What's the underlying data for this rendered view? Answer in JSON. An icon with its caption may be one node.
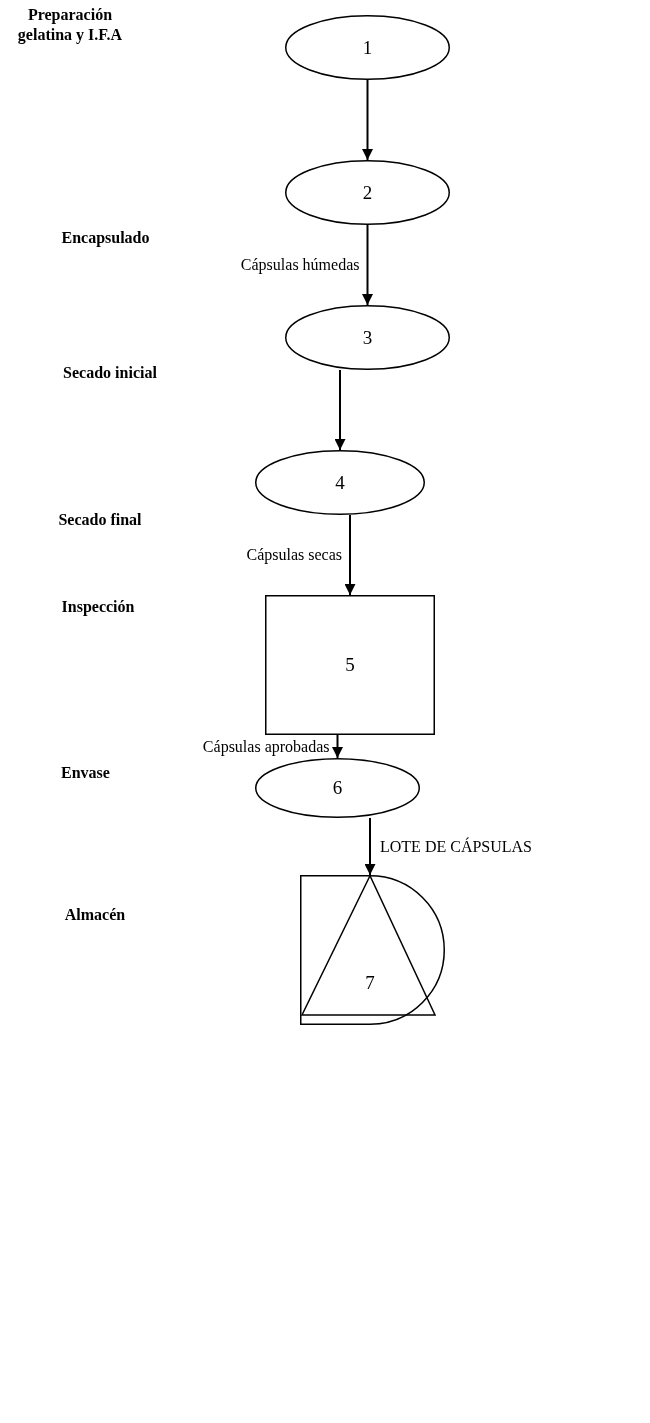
{
  "diagram": {
    "nodes": [
      {
        "text": [
          "1"
        ]
      },
      {
        "text": [
          "2"
        ]
      },
      {
        "text": [
          "3"
        ]
      },
      {
        "text": [
          "4"
        ]
      },
      {
        "text": [
          "5"
        ]
      },
      {
        "text": [
          "6"
        ]
      },
      {
        "text": [
          "7"
        ]
      }
    ],
    "edges": [
      {
        "from": 0,
        "to": 1,
        "arrow": "to"
      },
      {
        "from": 1,
        "to": 2,
        "arrow": "to",
        "label": "Cápsulas húmedas"
      },
      {
        "from": 2,
        "to": 3,
        "arrow": "to"
      },
      {
        "from": 3,
        "to": 4,
        "arrow": "to",
        "label": "Cápsulas secas"
      },
      {
        "from": 4,
        "to": 5,
        "arrow": "to",
        "label": "Cápsulas aprobadas"
      },
      {
        "from": 5,
        "to": 6,
        "arrow": "to",
        "label": "LOTE DE CÁPSULAS"
      }
    ],
    "labels": [
      "Preparación gelatina y I.F.A",
      "Encapsulado",
      "Secado inicial",
      "Secado final",
      "Inspección",
      "Envase",
      "Almacén"
    ]
  }
}
